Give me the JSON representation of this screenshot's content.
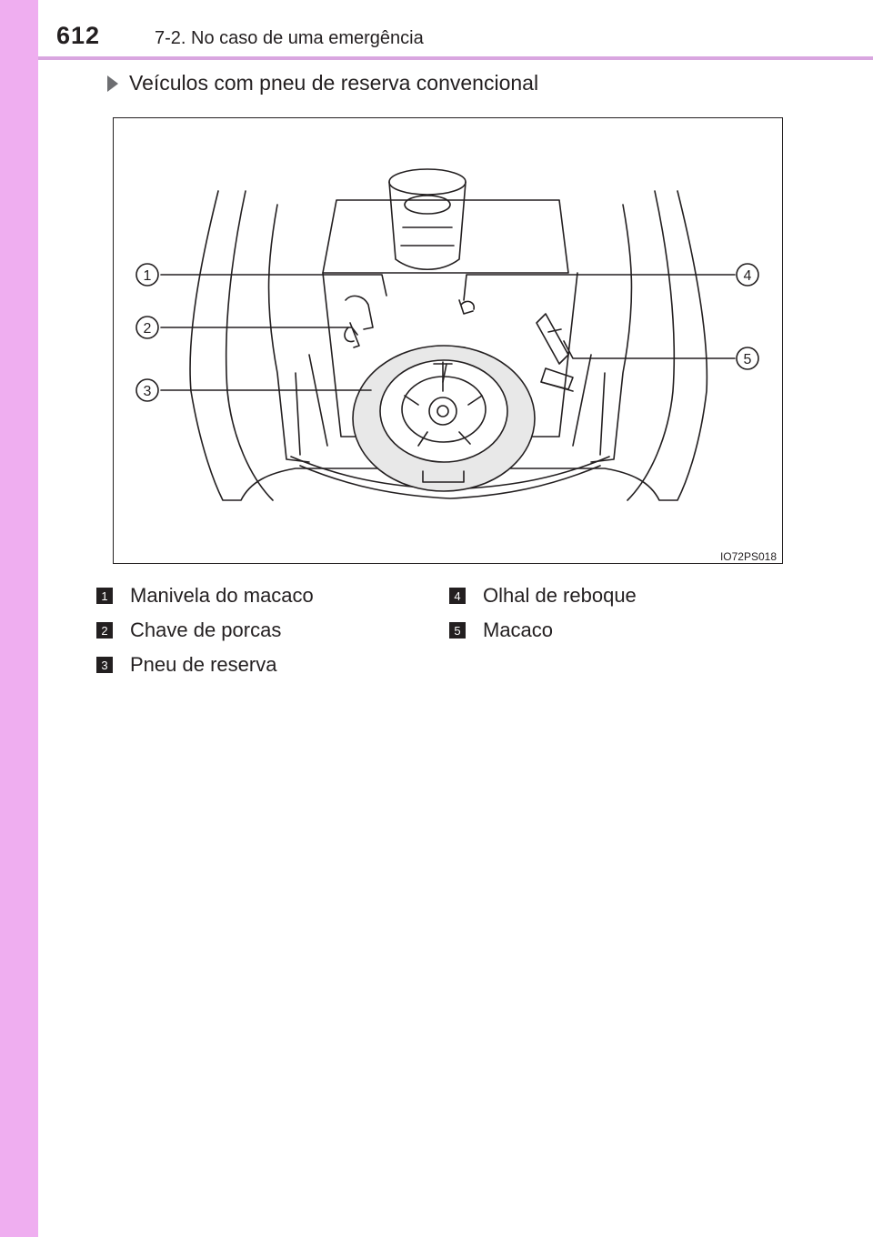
{
  "header": {
    "page_number": "612",
    "section": "7-2. No caso de uma emergência"
  },
  "subheading": "Veículos com pneu de reserva convencional",
  "figure": {
    "code": "IO72PS018",
    "callouts": [
      "1",
      "2",
      "3",
      "4",
      "5"
    ]
  },
  "legend": [
    {
      "num": "1",
      "label": "Manivela do macaco"
    },
    {
      "num": "2",
      "label": "Chave de porcas"
    },
    {
      "num": "3",
      "label": "Pneu de reserva"
    },
    {
      "num": "4",
      "label": "Olhal de reboque"
    },
    {
      "num": "5",
      "label": "Macaco"
    }
  ],
  "colors": {
    "side_bar": "#efaef0",
    "header_rule": "#d9a6e0",
    "text": "#231f20"
  }
}
